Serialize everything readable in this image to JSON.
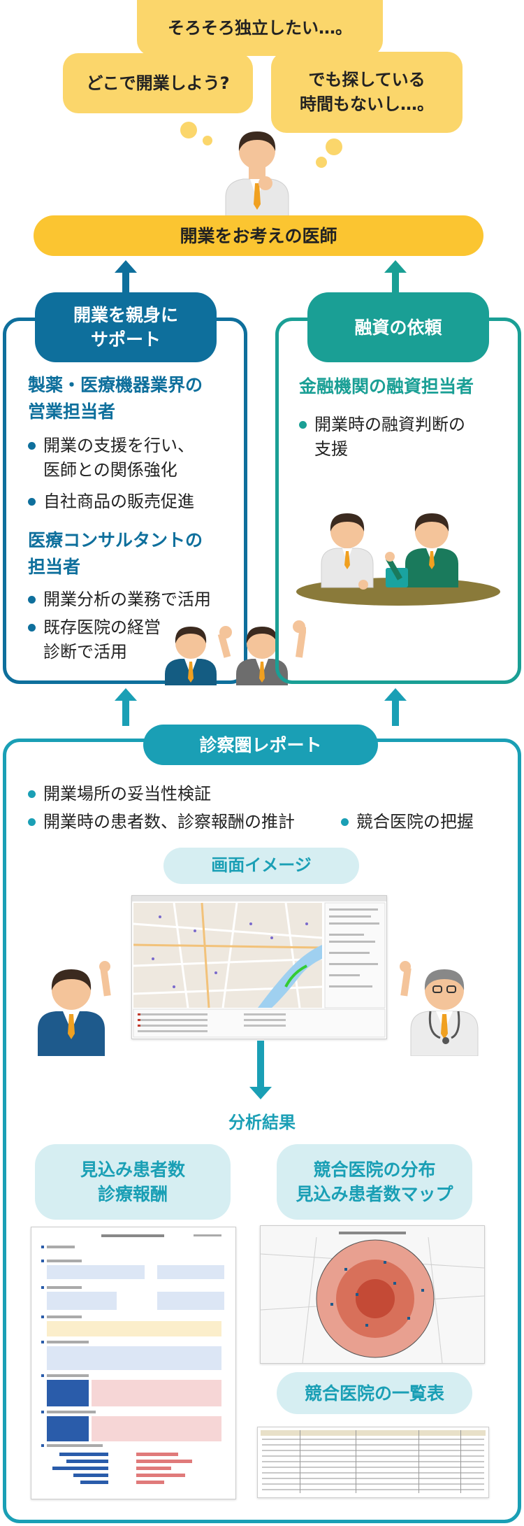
{
  "bubbles": {
    "top": "そろそろ独立したい…。",
    "left": "どこで開業しよう?",
    "right": "でも探している\n時間もないし…。"
  },
  "doctor_banner": "開業をお考えの医師",
  "left_panel": {
    "badge": "開業を親身に\nサポート",
    "heading1": "製薬・医療機器業界の\n営業担当者",
    "bullets1": [
      "開業の支援を行い、\n医師との関係強化",
      "自社商品の販売促進"
    ],
    "heading2": "医療コンサルタントの\n担当者",
    "bullets2": [
      "開業分析の業務で活用",
      "既存医院の経営\n診断で活用"
    ]
  },
  "right_panel": {
    "badge": "融資の依頼",
    "heading": "金融機関の融資担当者",
    "bullets": [
      "開業時の融資判断の\n支援"
    ]
  },
  "report": {
    "title": "診察圏レポート",
    "bullets": [
      "開業場所の妥当性検証",
      "開業時の患者数、診察報酬の推計",
      "競合医院の把握"
    ],
    "screen_label": "画面イメージ",
    "result_label": "分析結果",
    "card1": "見込み患者数\n診療報酬",
    "card2": "競合医院の分布\n見込み患者数マップ",
    "card3": "競合医院の一覧表"
  },
  "colors": {
    "blue": "#0e6f9c",
    "teal": "#1a9f95",
    "cyan": "#1a9fb5",
    "yellow": "#fbc531",
    "bubble": "#fbd66b",
    "pale": "#d6eef2"
  }
}
